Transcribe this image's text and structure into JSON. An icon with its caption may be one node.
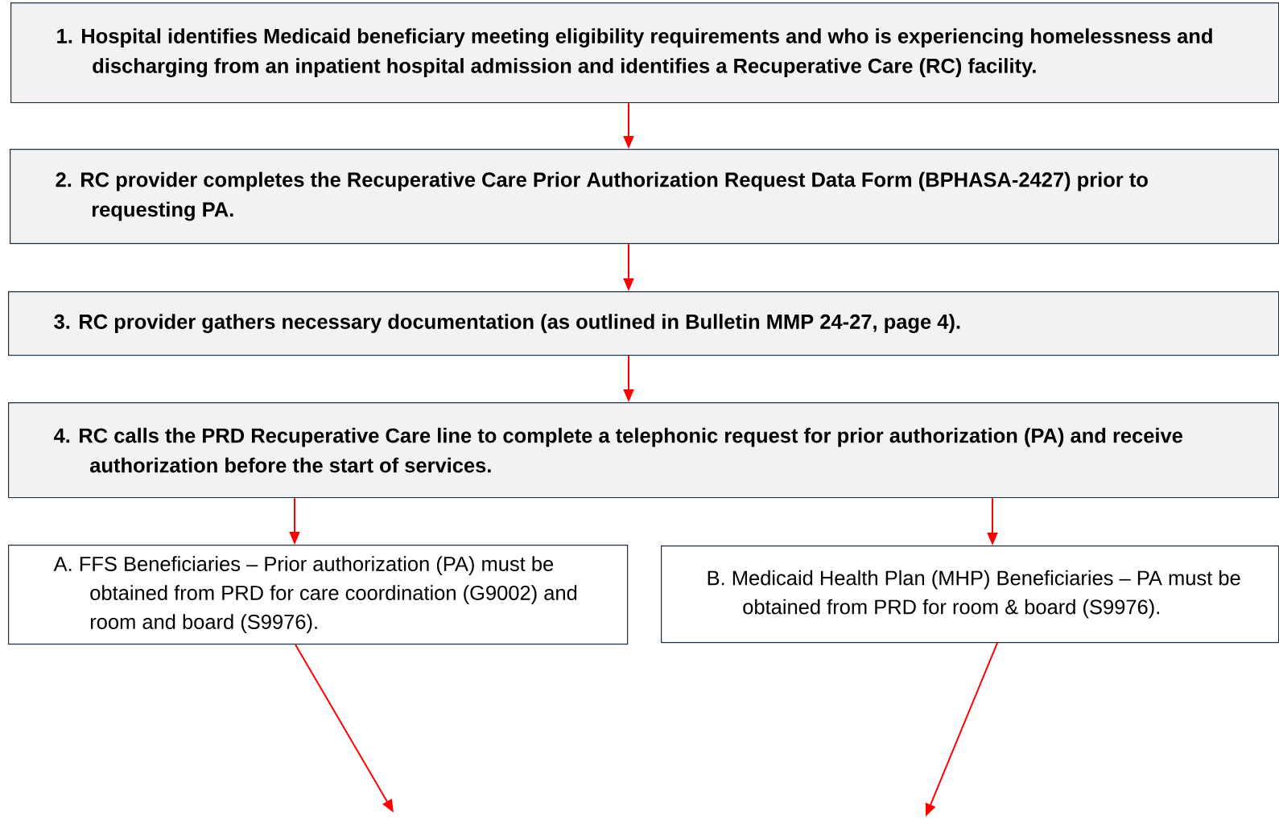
{
  "diagram": {
    "nodes": [
      {
        "text": [
          "1. Hospital identifies Medicaid beneficiary meeting eligibility requirements and who is experiencing homelessness and discharging from an inpatient hospital admission and identifies a Recuperative Care (RC) facility."
        ]
      },
      {
        "text": [
          "2. RC provider completes the Recuperative Care Prior Authorization Request Data Form (BPHASA-2427) prior to requesting PA."
        ]
      },
      {
        "text": [
          "3. RC provider gathers necessary documentation (as outlined in Bulletin MMP 24-27, page 4)."
        ]
      },
      {
        "text": [
          "4. RC calls the PRD Recuperative Care line to complete a telephonic request for prior authorization (PA) and receive authorization before the start of services."
        ]
      },
      {
        "text": [
          "A. FFS Beneficiaries – Prior authorization (PA) must be obtained from PRD for care coordination (G9002) and room and board (S9976)."
        ]
      },
      {
        "text": [
          "B. Medicaid Health Plan (MHP) Beneficiaries – PA must be obtained from PRD for room & board (S9976)."
        ]
      }
    ],
    "edges": [
      {
        "from": 0,
        "to": 1,
        "arrow": "to"
      },
      {
        "from": 1,
        "to": 2,
        "arrow": "to"
      },
      {
        "from": 2,
        "to": 3,
        "arrow": "to"
      },
      {
        "from": 3,
        "to": 4,
        "arrow": "to"
      },
      {
        "from": 3,
        "to": 5,
        "arrow": "to"
      },
      {
        "from": 4,
        "to": null,
        "arrow": "to"
      },
      {
        "from": 5,
        "to": null,
        "arrow": "to"
      }
    ]
  }
}
